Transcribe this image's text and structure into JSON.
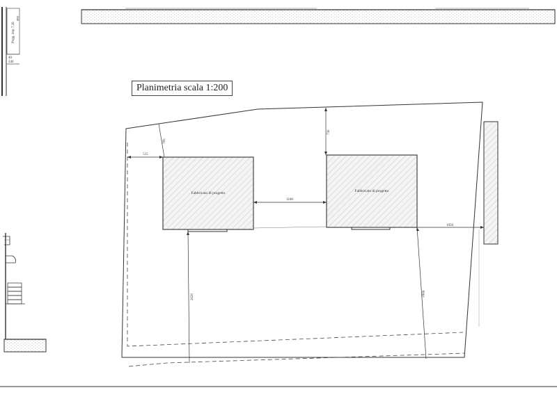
{
  "title": "Planimetria scala 1:200",
  "buildings": [
    {
      "label": "Fabbricato di progetto"
    },
    {
      "label": "Fabbricato di progetto"
    }
  ],
  "dimensions": {
    "left_setback": "515",
    "diag_top_left": "505",
    "top_right": "730",
    "between_buildings": "1100",
    "right_edge": "1050",
    "bottom_left": "2020",
    "bottom_right": "2000"
  },
  "left_detail": {
    "label_rotated": "Pogg. imp 7,26",
    "small_value": "890",
    "numbers": [
      "40",
      "240"
    ]
  },
  "colors": {
    "line": "#333333",
    "hatch": "#b8b8b8",
    "fill": "#f4f4f4",
    "dots": "#9a9a9a"
  }
}
